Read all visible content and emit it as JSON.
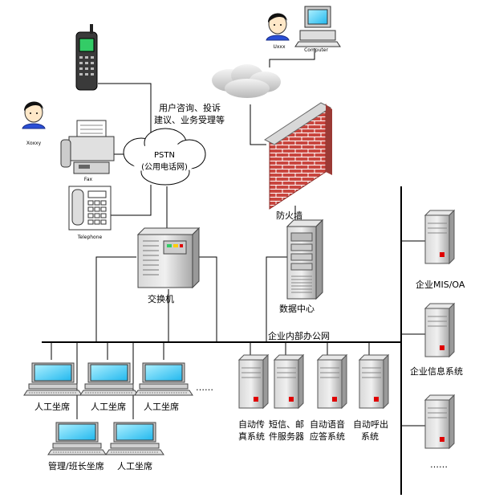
{
  "labels": {
    "user_consult": "用户咨询、投诉",
    "user_consult2": "建议、业务受理等",
    "pstn": "PSTN",
    "pstn_cn": "(公用电话网)",
    "firewall": "防火墙",
    "switch": "交换机",
    "datacenter": "数据中心",
    "intranet": "企业内部办公网",
    "mis_oa": "企业MIS/OA",
    "info_system": "企业信息系统",
    "ellipsis": "……",
    "ellipsis_side": "……",
    "fax_label": "Fax",
    "telephone": "Telephone",
    "user_person": "Xoxxy",
    "user_top": "Uxxx",
    "computer": "Computer"
  },
  "seats": {
    "row1": [
      "人工坐席",
      "人工坐席",
      "人工坐席"
    ],
    "row2": [
      "管理/班长坐席",
      "人工坐席"
    ]
  },
  "servers": {
    "s1": [
      "自动传",
      "真系统"
    ],
    "s2": [
      "短信、邮",
      "件服务器"
    ],
    "s3": [
      "自动语音",
      "应答系统"
    ],
    "s4": [
      "自动呼出",
      "系统"
    ]
  },
  "colors": {
    "brick": "#c0504d",
    "screen": "#33ccff",
    "server_red": "#e00000"
  }
}
